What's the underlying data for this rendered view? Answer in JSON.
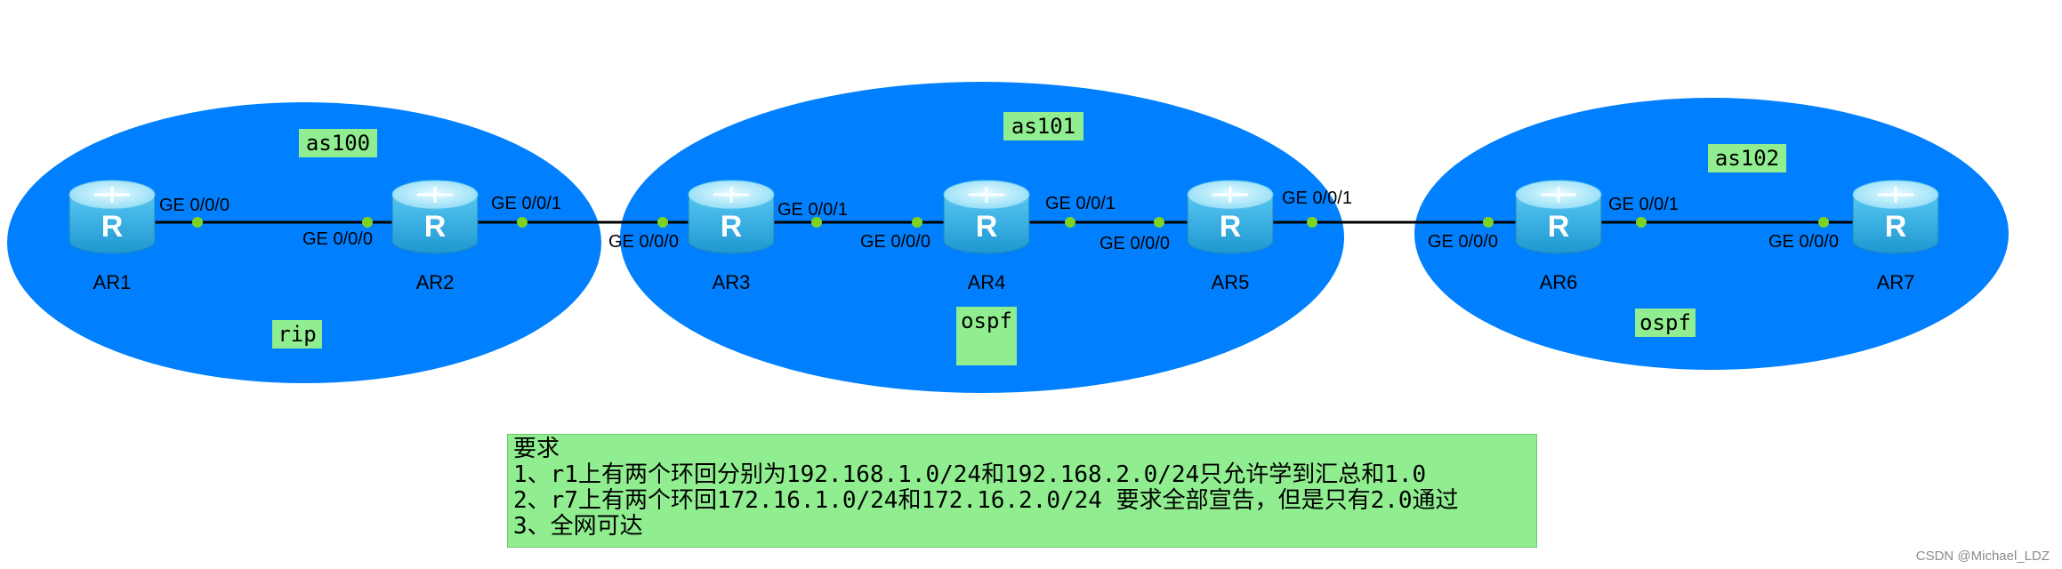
{
  "colors": {
    "ellipse": "#0080ff",
    "tag_bg": "#90ee90",
    "link": "#000000",
    "port_dot": "#7ed321",
    "router_body": "#3eb5e8",
    "router_top": "#a9e8fb"
  },
  "areas": [
    {
      "as_label": "as100",
      "protocol": "rip"
    },
    {
      "as_label": "as101",
      "protocol": "ospf"
    },
    {
      "as_label": "as102",
      "protocol": "ospf"
    }
  ],
  "routers": [
    {
      "name": "AR1",
      "icon": "router-icon",
      "glyph": "R"
    },
    {
      "name": "AR2",
      "icon": "router-icon",
      "glyph": "R"
    },
    {
      "name": "AR3",
      "icon": "router-icon",
      "glyph": "R"
    },
    {
      "name": "AR4",
      "icon": "router-icon",
      "glyph": "R"
    },
    {
      "name": "AR5",
      "icon": "router-icon",
      "glyph": "R"
    },
    {
      "name": "AR6",
      "icon": "router-icon",
      "glyph": "R"
    },
    {
      "name": "AR7",
      "icon": "router-icon",
      "glyph": "R"
    }
  ],
  "ports": [
    "GE 0/0/0",
    "GE 0/0/0",
    "GE 0/0/1",
    "GE 0/0/0",
    "GE 0/0/1",
    "GE 0/0/0",
    "GE 0/0/1",
    "GE 0/0/0",
    "GE 0/0/1",
    "GE 0/0/0",
    "GE 0/0/1",
    "GE 0/0/0"
  ],
  "requirements": {
    "heading": "要求",
    "lines": [
      "1、r1上有两个环回分别为192.168.1.0/24和192.168.2.0/24只允许学到汇总和1.0",
      "2、r7上有两个环回172.16.1.0/24和172.16.2.0/24 要求全部宣告，但是只有2.0通过",
      "3、全网可达"
    ]
  },
  "watermark": "CSDN @Michael_LDZ"
}
